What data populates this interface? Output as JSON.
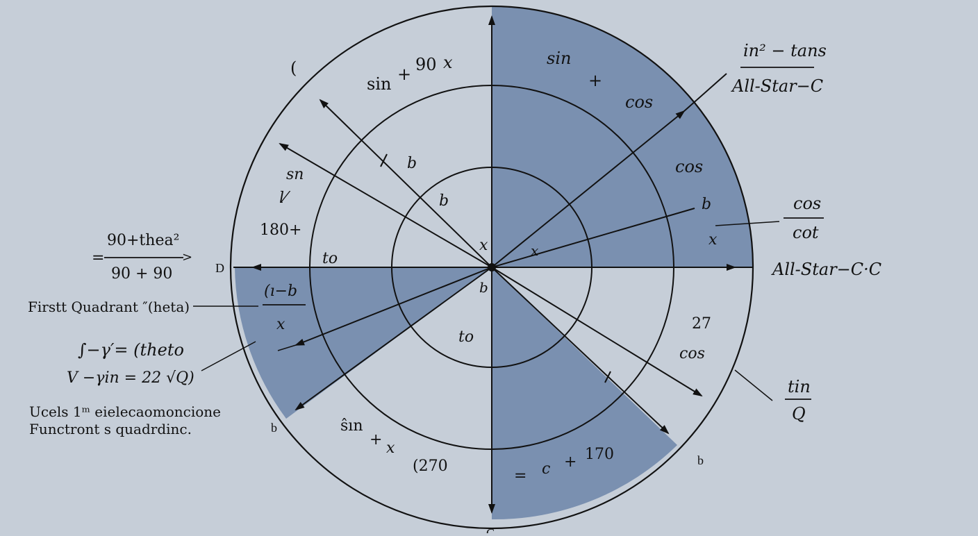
{
  "colors": {
    "background": "#c6ced8",
    "shade": "#7a90b0",
    "ink": "#111111"
  },
  "labels": {
    "top_left_paren": "(",
    "sin_90_x": {
      "sin": "sin",
      "plus": "+",
      "ninety": "90",
      "x": "x"
    },
    "q1_sin": "sin",
    "q1_plus": "+",
    "q1_cos": "cos",
    "q1_cos2": "cos",
    "top_right_frac": {
      "num": "in² − tans",
      "den": "All-Star−C"
    },
    "left_sn": "sn",
    "left_l": "l⁄",
    "left_180": "180+",
    "b_upper": "b",
    "b_inner": "b",
    "x_center": "x",
    "x_center2": "x",
    "to_left": "to",
    "d_label": "D",
    "b_center": "b",
    "right_b": "b",
    "right_x": "x",
    "right_frac": {
      "num": "cos",
      "den": "cot"
    },
    "axis_right_label": "All-Star−C·C",
    "left_frac1": {
      "num": "90+thea²",
      "den": "90 + 90",
      "eq": "=",
      "gt": ">"
    },
    "first_quadrant": "Firstt Quadrant ″(heta)",
    "left_frac2": {
      "num": "(ı−b",
      "den": "x"
    },
    "integral_line1": "∫−γ′= (theto",
    "integral_line2": "V  −γin = 22 √Q)",
    "uses_line1": "Ucels 1ᵐ eielecaomoncione",
    "uses_line2": "Functront s quadrdinc.",
    "b_lower_left": "b",
    "to_center": "to",
    "n27": "27",
    "cos_lower_right": "cos",
    "tin_frac": {
      "num": "tin",
      "den": "Q"
    },
    "b_lower_right": "b",
    "sin_x_bottom": {
      "sin": "ŝın",
      "plus": "+",
      "x": "x"
    },
    "n270": "(270",
    "c_170": {
      "eq": "=",
      "c": "c",
      "plus": "+",
      "n": "170"
    },
    "c_bottom": "C"
  }
}
